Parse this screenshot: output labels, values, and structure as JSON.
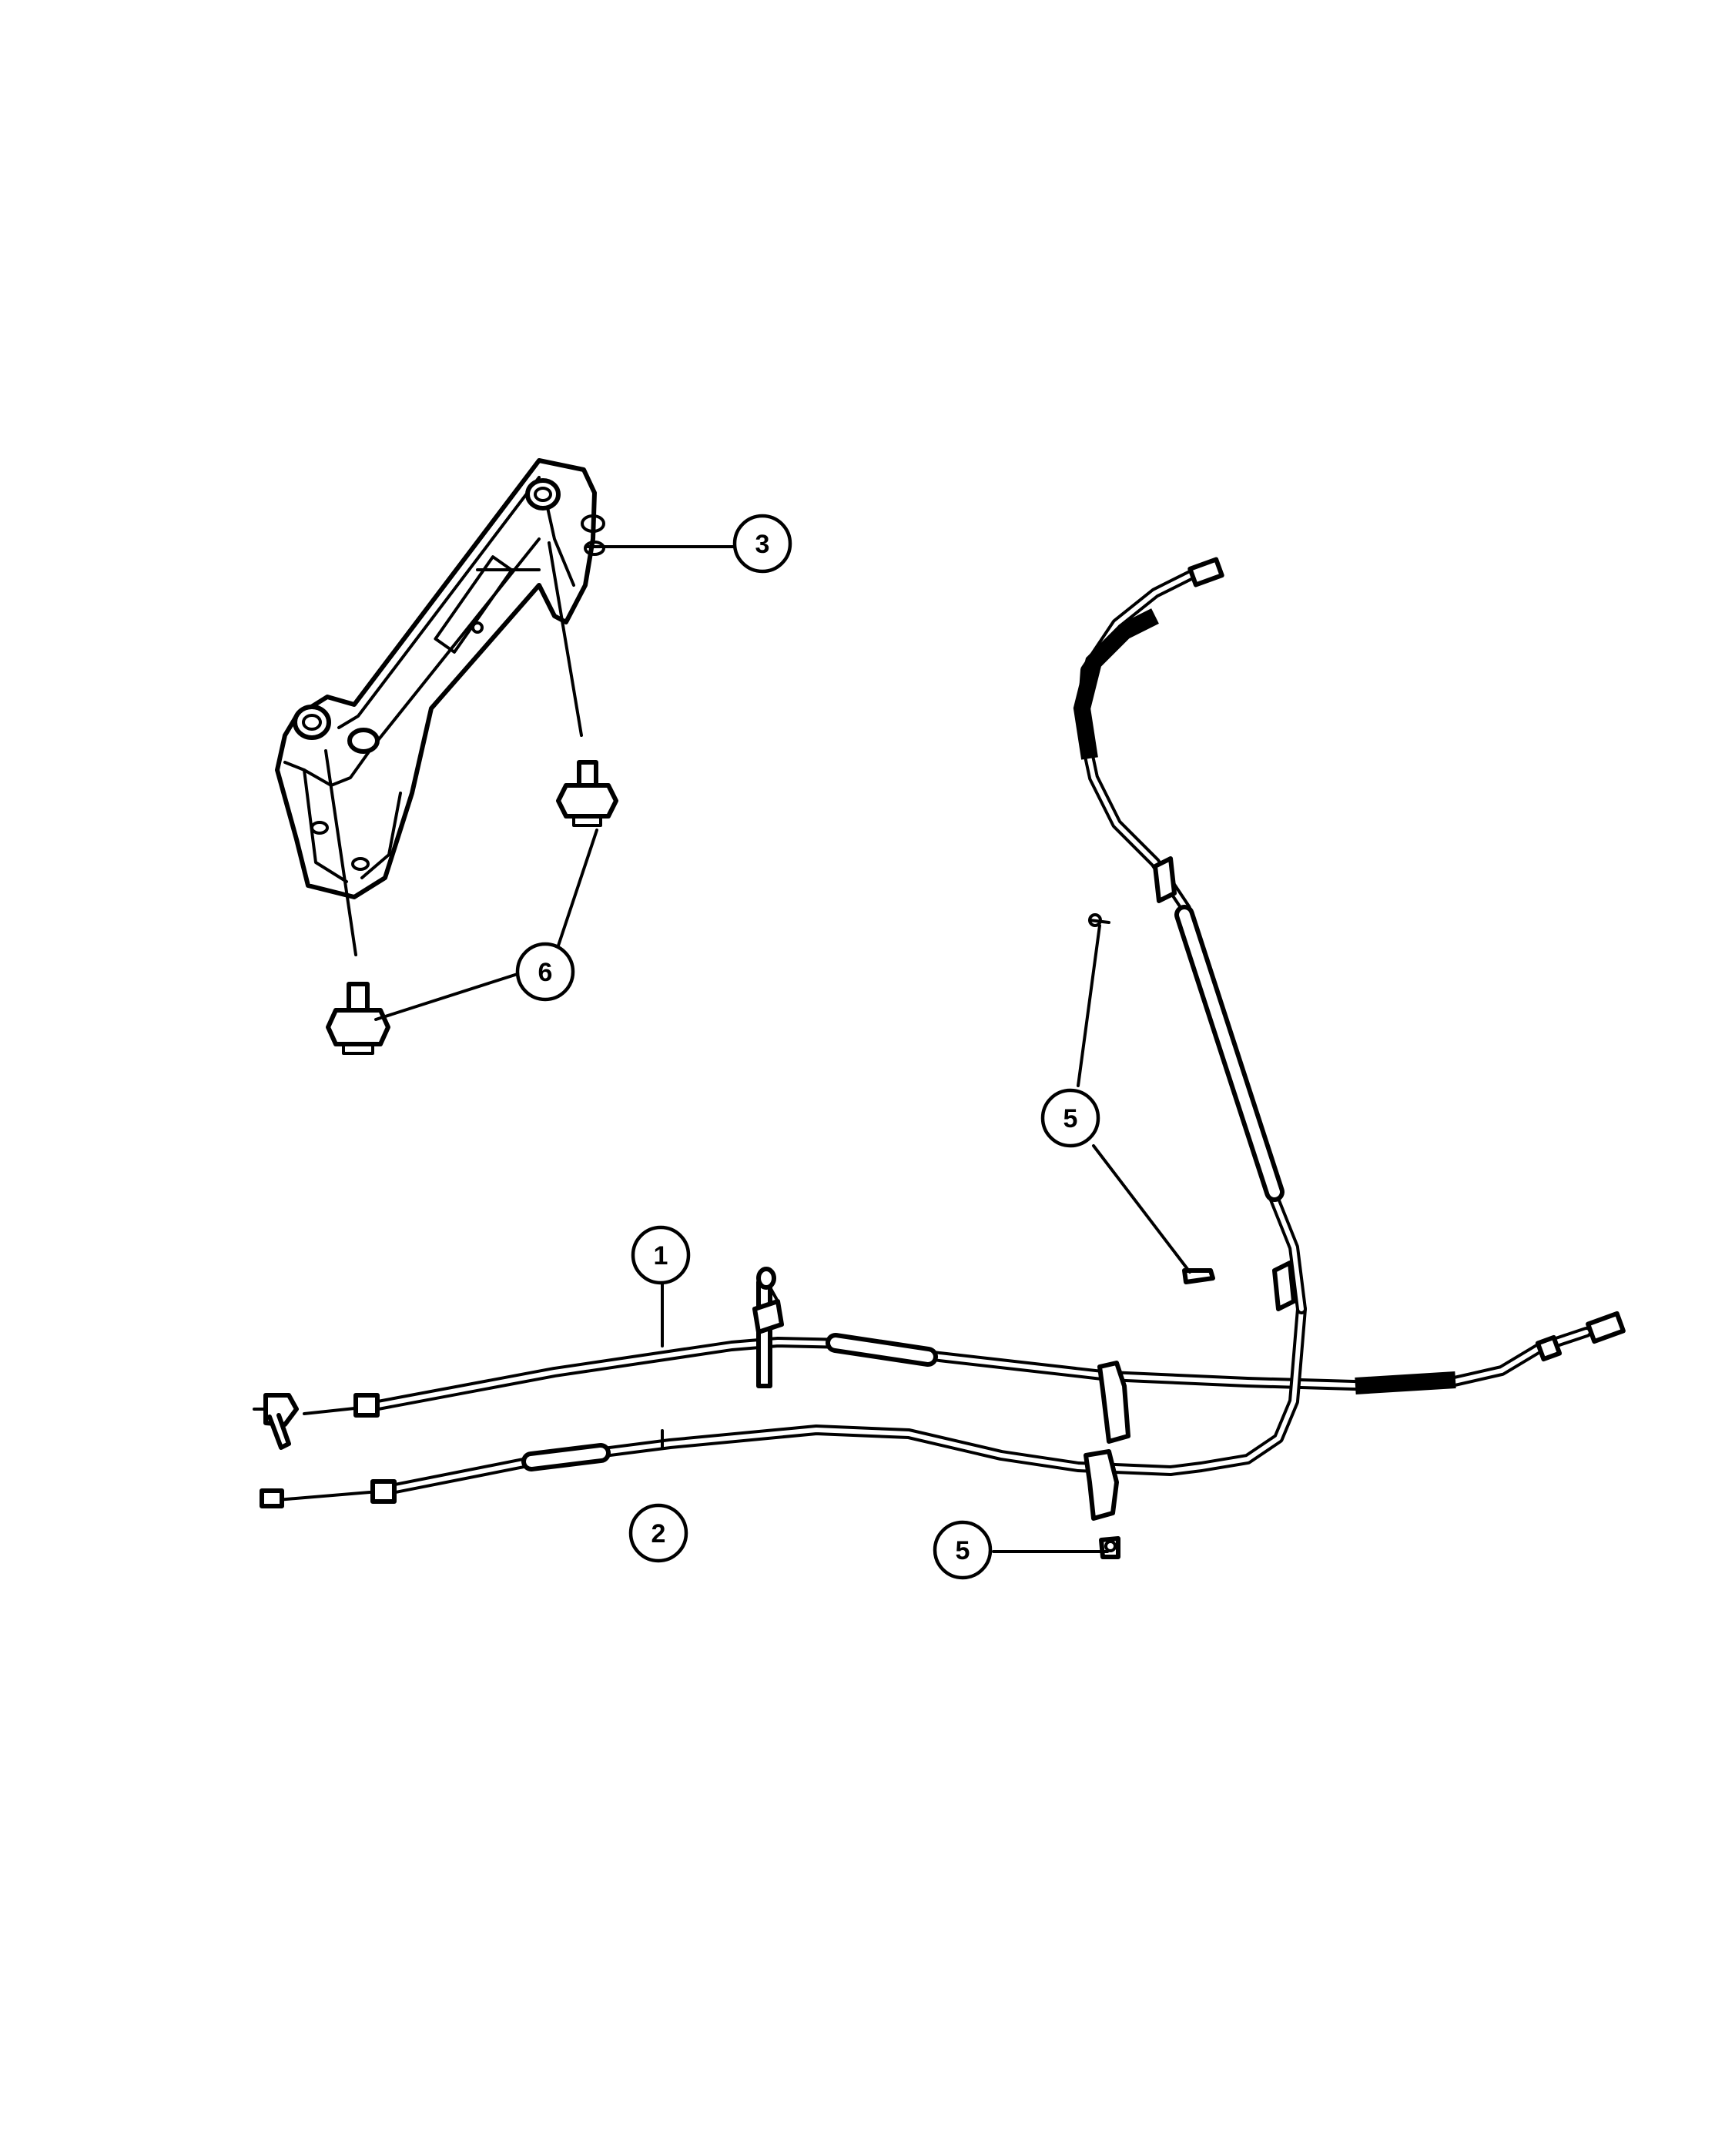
{
  "callouts": [
    {
      "id": "callout-1",
      "label": "1"
    },
    {
      "id": "callout-2",
      "label": "2"
    },
    {
      "id": "callout-3",
      "label": "3"
    },
    {
      "id": "callout-5-upper",
      "label": "5"
    },
    {
      "id": "callout-5-lower",
      "label": "5"
    },
    {
      "id": "callout-6",
      "label": "6"
    }
  ],
  "colors": {
    "line": "#000000",
    "background": "#ffffff"
  }
}
